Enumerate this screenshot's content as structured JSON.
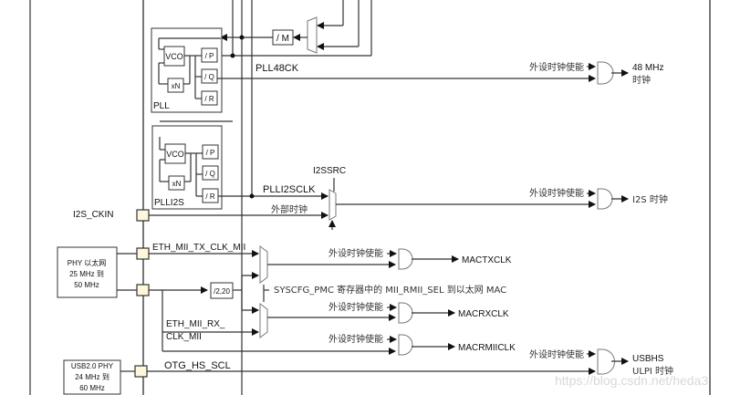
{
  "pll": {
    "label": "PLL",
    "vco": "VCO",
    "mult": "xN",
    "div_p": "/ P",
    "div_q": "/ Q",
    "div_r": "/ R"
  },
  "plli2s": {
    "label": "PLLI2S",
    "vco": "VCO",
    "mult": "xN",
    "div_p": "/ P",
    "div_q": "/ Q",
    "div_r": "/ R"
  },
  "div_m": "/ M",
  "signals": {
    "pll48ck": "PLL48CK",
    "plli2sclk": "PLLI2SCLK",
    "ext_clock": "外部时钟",
    "i2ssrc": "I2SSRC",
    "i2s_ckin": "I2S_CKIN",
    "eth_tx": "ETH_MII_TX_CLK_MII",
    "eth_rx_1": "ETH_MII_RX_",
    "eth_rx_2": "CLK_MII",
    "div_220": "/2,20",
    "syscfg": "SYSCFG_PMC 寄存器中的 MII_RMII_SEL 到以太网 MAC",
    "otg": "OTG_HS_SCL"
  },
  "enable_label": "外设时钟使能",
  "outputs": {
    "mhz48_1": "48 MHz",
    "mhz48_2": "时钟",
    "i2s": "I2S 时钟",
    "mactx": "MACTXCLK",
    "macrx": "MACRXCLK",
    "macrmii": "MACRMIICLK",
    "usbhs_1": "USBHS",
    "usbhs_2": "ULPI 时钟"
  },
  "phy_eth": {
    "line1": "PHY 以太网",
    "line2": "25 MHz 到",
    "line3": "50 MHz"
  },
  "phy_usb": {
    "line1": "USB2.0 PHY",
    "line2": "24 MHz 到",
    "line3": "60 MHz"
  },
  "watermark": "https://blog.csdn.net/heda3"
}
